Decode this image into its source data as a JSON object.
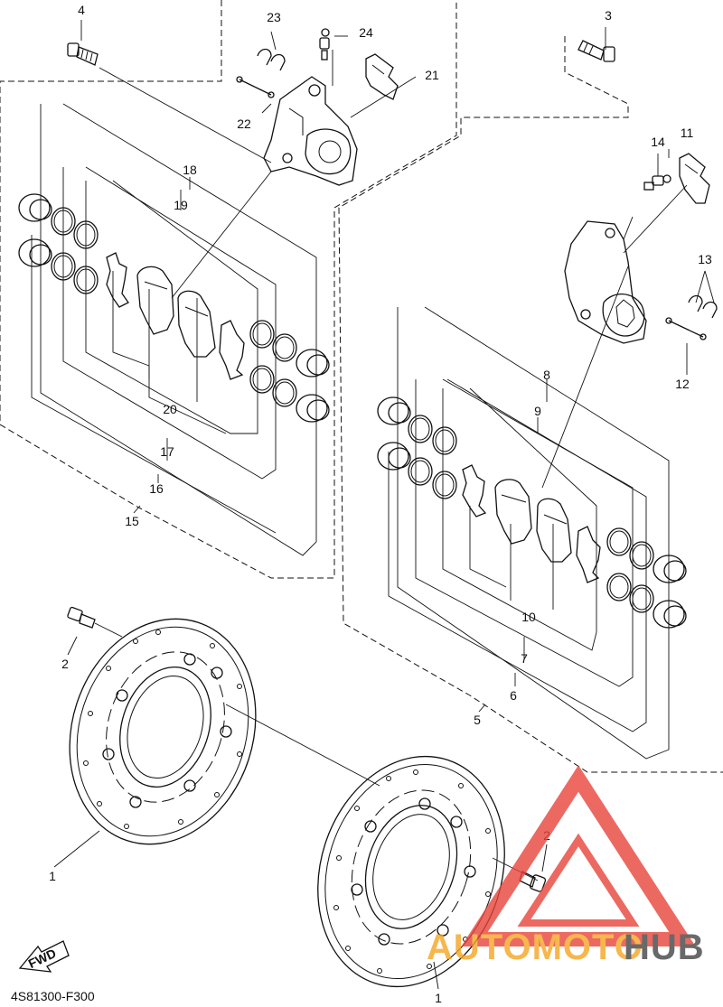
{
  "diagram": {
    "part_code": "4S81300-F300",
    "fwd_label": "FWD",
    "callouts": {
      "c1a": "1",
      "c1b": "1",
      "c2a": "2",
      "c2b": "2",
      "c3": "3",
      "c4": "4",
      "c5": "5",
      "c6": "6",
      "c7": "7",
      "c8": "8",
      "c9": "9",
      "c10": "10",
      "c11": "11",
      "c12": "12",
      "c13": "13",
      "c14": "14",
      "c15": "15",
      "c16": "16",
      "c17": "17",
      "c18": "18",
      "c19": "19",
      "c20": "20",
      "c21": "21",
      "c22": "22",
      "c23": "23",
      "c24": "24"
    }
  },
  "watermark": {
    "word_a": "AUTOMOTO",
    "word_b": "HUB",
    "colors": {
      "red": "#e8443a",
      "orange": "#f5a623",
      "dark": "#444444"
    }
  }
}
